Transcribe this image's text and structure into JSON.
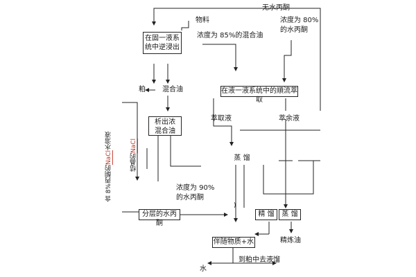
{
  "nodes": {
    "anhydrous_acetone": "无水丙酮",
    "material": "物料",
    "conc80_l1": "浓度为 80%",
    "conc80_l2": "的水丙酮",
    "solid_liquid_l1": "在固一液系",
    "solid_liquid_l2": "统中逆浸出",
    "conc85": "浓度为 85%的混合油",
    "meal": "粕",
    "mixed_oil": "混合油",
    "counter_extract": "在液一液系统中的順流萃取",
    "extract_liquid": "萃取液",
    "raffinate": "萃余液",
    "salt_solution_pre": "含 8%丙酮的",
    "salt_solution_red": "NaCl",
    "salt_solution_post": "水溶液",
    "crystal_pre": "结晶的",
    "crystal_red": "NaCl",
    "precip_l1": "析出浓",
    "precip_l2": "混合油",
    "distill1": "蒸   馏",
    "conc90_l1": "浓度为 90%",
    "conc90_l2": "的水丙酮",
    "layered_acetone": "分层的水丙酮",
    "rectify": "精   馏",
    "distill2": "蒸   馏",
    "byproduct": "伴随物质+水",
    "refined_oil": "精炼油",
    "water": "水",
    "to_meal": "到粕中去液馏"
  }
}
